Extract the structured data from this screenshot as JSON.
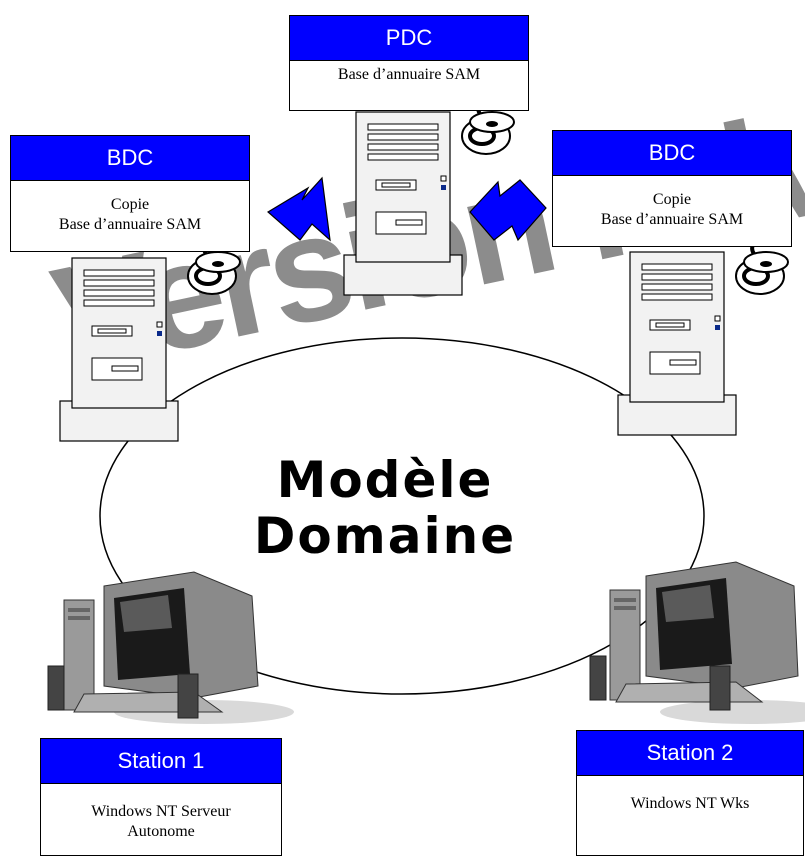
{
  "watermark": {
    "text": "Version Privée"
  },
  "nodes": {
    "pdc": {
      "title": "PDC",
      "lines": [
        "Base d’annuaire SAM"
      ]
    },
    "bdc_left": {
      "title": "BDC",
      "lines": [
        "Copie",
        "Base d’annuaire SAM"
      ]
    },
    "bdc_right": {
      "title": "BDC",
      "lines": [
        "Copie",
        "Base d’annuaire SAM"
      ]
    },
    "station1": {
      "title": "Station 1",
      "lines": [
        "Windows NT Serveur",
        "Autonome"
      ]
    },
    "station2": {
      "title": "Station 2",
      "lines": [
        "Windows NT Wks"
      ]
    }
  },
  "center_label": {
    "line1": "Modèle",
    "line2": "Domaine"
  },
  "colors": {
    "header_blue": "#0000ff",
    "watermark_gray": "#8c8c8c",
    "tower_fill": "#f2f2f2"
  },
  "icons": [
    "server-tower-icon",
    "padlock-icon",
    "arrow-icon",
    "workstation-icon"
  ]
}
